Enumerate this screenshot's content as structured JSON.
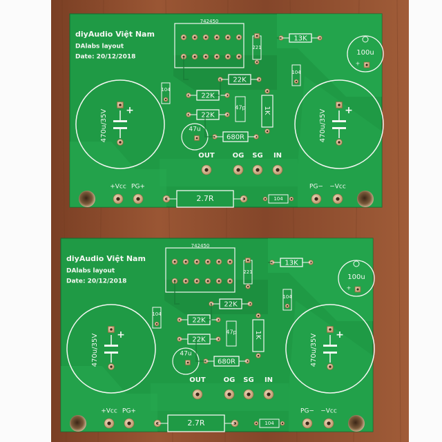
{
  "colors": {
    "wood": "#8a4a2c",
    "board": "#1f9a45",
    "board_dark": "#177a35",
    "trace": "#27ad52",
    "silk": "#f4f7f2",
    "pad": "#c9a87e",
    "hole": "#3a2a1a"
  },
  "board_top": {
    "brand": "diyAudio Việt Nam",
    "layout": "DAlabs layout",
    "date": "Date: 20/12/2018",
    "connector_code": "742450",
    "cap_left": "470u/35V",
    "cap_right": "470u/35V",
    "cap_small": "100u",
    "cap_47": "47u",
    "r_13k": "13K",
    "r_22k_a": "22K",
    "r_22k_b": "22K",
    "r_22k_c": "22K",
    "r_680": "680R",
    "r_1k": "1K",
    "r_27": "2.7R",
    "c_47p": "47p",
    "c_221": "221",
    "c_104_a": "104",
    "c_104_b": "104",
    "c_104_c": "104",
    "label_out": "OUT",
    "label_og": "OG",
    "label_sg": "SG",
    "label_in": "IN",
    "label_pvcc": "+Vcc",
    "label_pgp": "PG+",
    "label_pgm": "PG−",
    "label_mvcc": "−Vcc",
    "plus": "+"
  },
  "board_bottom": {
    "brand": "diyAudio Việt Nam",
    "layout": "DAlabs layout",
    "date": "Date: 20/12/2018",
    "connector_code": "742450",
    "cap_left": "470u/35V",
    "cap_right": "470u/35V",
    "cap_small": "100u",
    "cap_47": "47u",
    "r_13k": "13K",
    "r_22k_a": "22K",
    "r_22k_b": "22K",
    "r_22k_c": "22K",
    "r_680": "680R",
    "r_1k": "1K",
    "r_27": "2.7R",
    "c_47p": "47p",
    "c_221": "221",
    "c_104_a": "104",
    "c_104_b": "104",
    "c_104_c": "104",
    "label_out": "OUT",
    "label_og": "OG",
    "label_sg": "SG",
    "label_in": "IN",
    "label_pvcc": "+Vcc",
    "label_pgp": "PG+",
    "label_pgm": "PG−",
    "label_mvcc": "−Vcc",
    "plus": "+"
  }
}
